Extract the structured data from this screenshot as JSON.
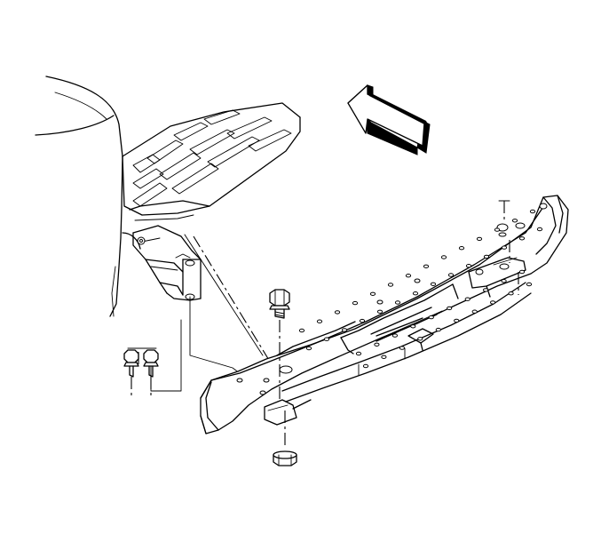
{
  "illustration": {
    "components": [
      "vehicle-body",
      "pickup-bed",
      "frame-bracket",
      "rear-bumper",
      "bumper-bolt",
      "bumper-nut",
      "bracket-bolts",
      "direction-arrow"
    ],
    "arrow_icon": "direction-arrow-icon",
    "colors": {
      "line": "#000000",
      "background": "#ffffff"
    }
  }
}
